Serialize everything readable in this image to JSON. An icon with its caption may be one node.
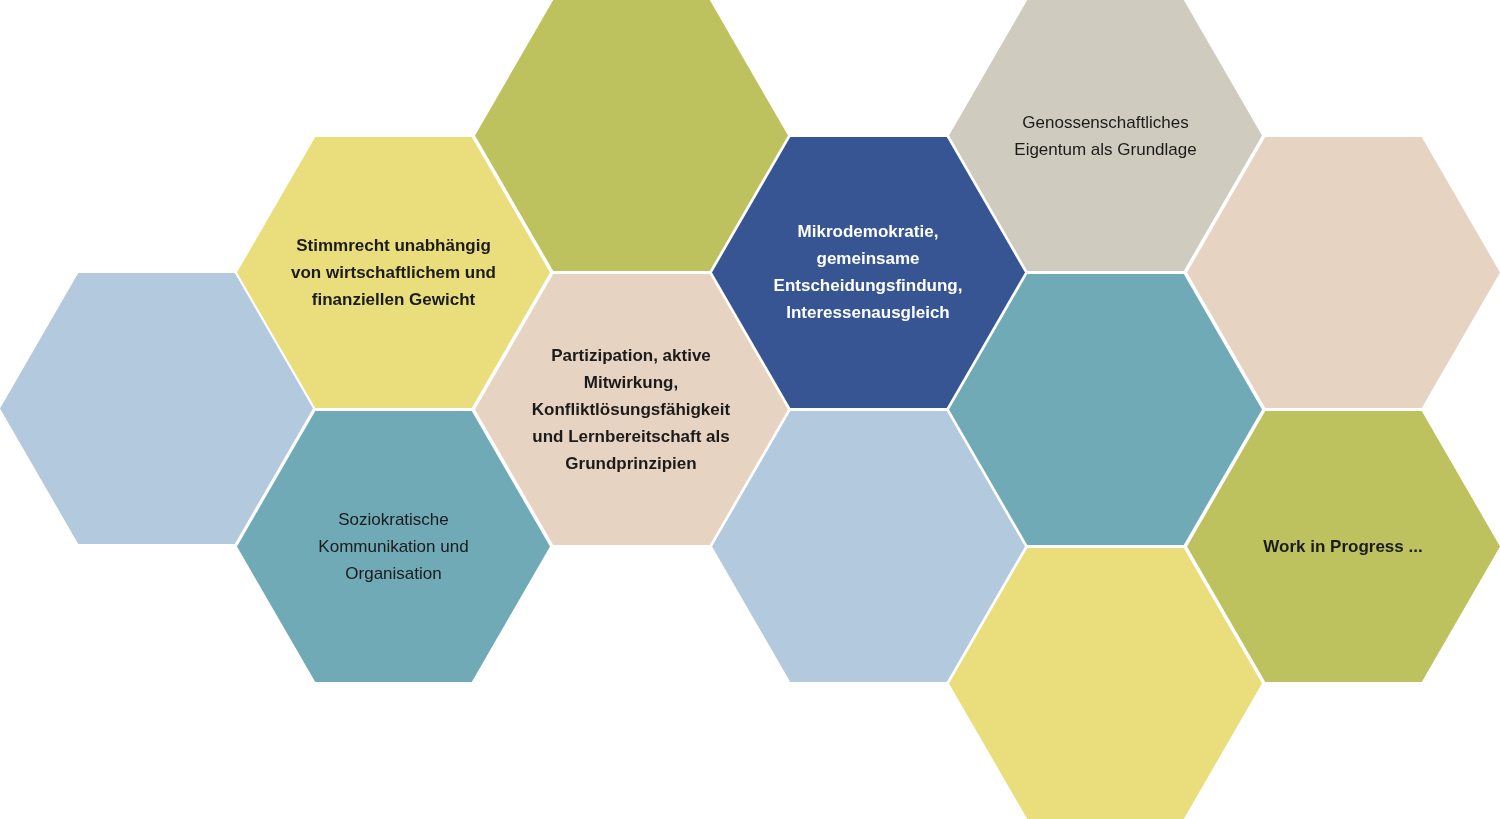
{
  "diagram": {
    "nodes": [
      {
        "text": [],
        "shape": "hexagon"
      },
      {
        "text": [
          "Stimmrecht unabhängig von wirtschaftlichem und finanziellen Gewicht"
        ]
      },
      {
        "text": [
          "Soziokratische Kommunikation und Organisation"
        ]
      },
      {
        "text": [],
        "shape": "hexagon"
      },
      {
        "text": [
          "Partizipation, aktive Mitwirkung, Konfliktlösungsfähigkeit und Lernbereitschaft als Grundprinzipien"
        ]
      },
      {
        "text": [
          "Mikrodemokratie, gemeinsame Entscheidungsfindung, Interessenausgleich"
        ]
      },
      {
        "text": [],
        "shape": "hexagon"
      },
      {
        "text": [
          "Genossenschaftliches Eigentum als Grundlage"
        ]
      },
      {
        "text": [],
        "shape": "hexagon"
      },
      {
        "text": [],
        "shape": "hexagon"
      },
      {
        "text": [],
        "shape": "hexagon"
      },
      {
        "text": [
          "Work in Progress ..."
        ]
      }
    ]
  }
}
